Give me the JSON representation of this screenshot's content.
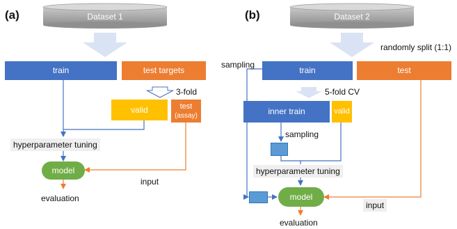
{
  "panel_a": {
    "panel_label": "(a)",
    "dataset_label": "Dataset 1",
    "train_label": "train",
    "test_targets_label": "test targets",
    "fold_label": "3-fold",
    "valid_label": "valid",
    "test_label": "test",
    "assay_label": "(assay)",
    "tuning_label": "hyperparameter tuning",
    "model_label": "model",
    "input_label": "input",
    "evaluation_label": "evaluation"
  },
  "panel_b": {
    "panel_label": "(b)",
    "dataset_label": "Dataset 2",
    "split_label": "randomly split (1:1)",
    "sampling_top_label": "sampling",
    "train_label": "train",
    "test_label": "test",
    "cv_label": "5-fold CV",
    "inner_train_label": "inner train",
    "valid_label": "valid",
    "sampling_inner_label": "sampling",
    "tuning_label": "hyperparameter tuning",
    "model_label": "model",
    "input_label": "input",
    "evaluation_label": "evaluation"
  },
  "colors": {
    "train_blue": "#4472c4",
    "test_orange": "#ed7d31",
    "valid_yellow": "#ffc000",
    "model_green": "#70ad47",
    "arrow_blue": "#4472c4",
    "arrow_orange": "#ed7d31",
    "big_arrow": "#dae3f3",
    "database_gray": "#a6a6a6"
  }
}
